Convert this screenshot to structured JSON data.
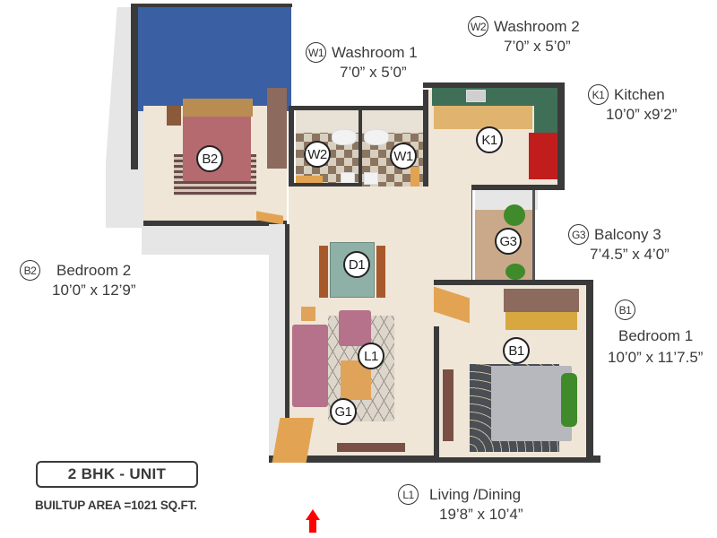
{
  "unit": {
    "type_label": "2 BHK - UNIT",
    "builtup_area": "BUILTUP AREA =1021 SQ.FT."
  },
  "rooms": [
    {
      "code": "W1",
      "name": "Washroom 1",
      "size": "7’0” x 5’0”"
    },
    {
      "code": "W2",
      "name": "Washroom 2",
      "size": "7’0” x 5’0”"
    },
    {
      "code": "K1",
      "name": "Kitchen",
      "size": "10’0” x9’2”"
    },
    {
      "code": "G3",
      "name": "Balcony 3",
      "size": "7’4.5” x 4’0”"
    },
    {
      "code": "B1",
      "name": "Bedroom 1",
      "size": "10’0” x 11’7.5”"
    },
    {
      "code": "B2",
      "name": "Bedroom 2",
      "size": "10’0” x 12’9”"
    },
    {
      "code": "L1",
      "name": "Living /Dining",
      "size": "19’8” x 10’4”"
    }
  ],
  "plan_markers": {
    "b2": "B2",
    "w2": "W2",
    "w1": "W1",
    "k1": "K1",
    "g3": "G3",
    "d1": "D1",
    "l1": "L1",
    "g1": "G1",
    "b1": "B1"
  },
  "entry": {
    "icon": "arrow-up-icon",
    "color": "#ff0000"
  },
  "colors": {
    "wall": "#3a3a3a",
    "accent_wall_bedroom2": "#3b5fa3",
    "fridge": "#c21d1d",
    "entry_arrow": "#ff0000"
  }
}
